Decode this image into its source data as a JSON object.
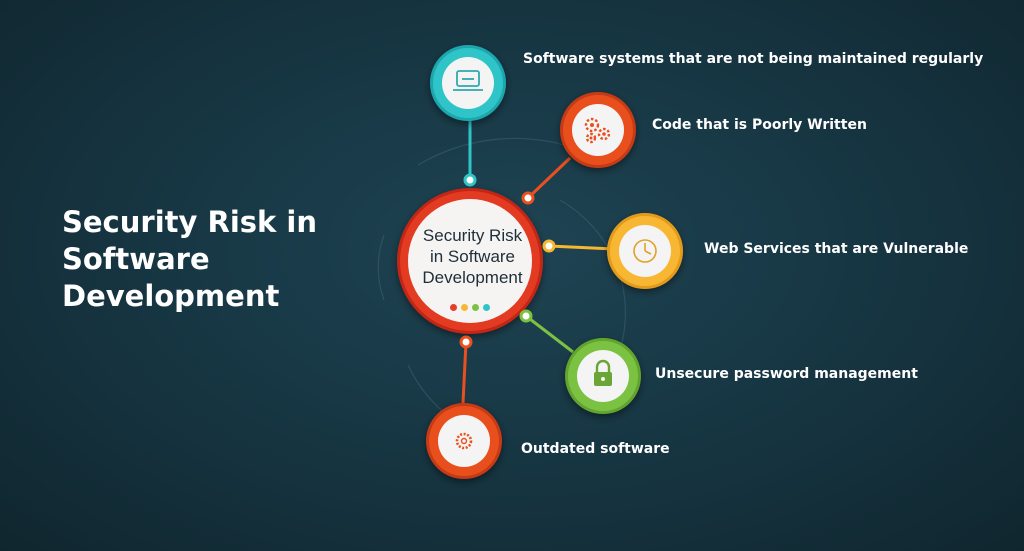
{
  "title_lines": [
    "Security Risk in",
    "Software",
    "Development"
  ],
  "hub": {
    "lines": [
      "Security Risk",
      "in Software",
      "Development"
    ],
    "dot_colors": [
      "#e2402b",
      "#f7b731",
      "#7cc242",
      "#2ec4c8"
    ]
  },
  "items": [
    {
      "label": "Software systems that are not being maintained regularly",
      "color": "#2ec4c8",
      "icon": "laptop-icon"
    },
    {
      "label": "Code that is Poorly Written",
      "color": "#e8501f",
      "icon": "gears-icon"
    },
    {
      "label": "Web Services that are Vulnerable",
      "color": "#f7b731",
      "icon": "clock-icon"
    },
    {
      "label": "Unsecure password management",
      "color": "#7cc242",
      "icon": "lock-icon"
    },
    {
      "label": "Outdated software",
      "color": "#e8501f",
      "icon": "gear-icon"
    }
  ]
}
